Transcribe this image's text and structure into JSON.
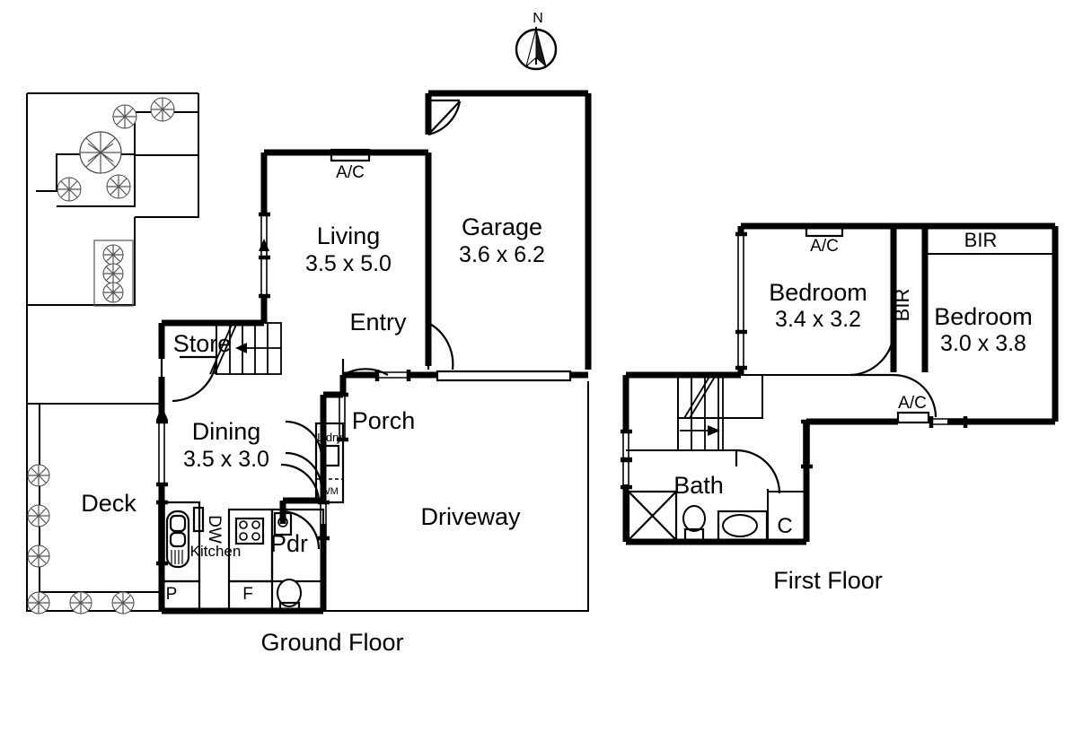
{
  "compass": {
    "label": "N",
    "icon": "compass-north-icon"
  },
  "ground_floor": {
    "title": "Ground Floor",
    "rooms": [
      {
        "key": "living",
        "name": "Living",
        "dims": "3.5 x 5.0"
      },
      {
        "key": "garage",
        "name": "Garage",
        "dims": "3.6 x 6.2"
      },
      {
        "key": "dining",
        "name": "Dining",
        "dims": "3.5 x 3.0"
      },
      {
        "key": "entry",
        "name": "Entry",
        "dims": ""
      },
      {
        "key": "porch",
        "name": "Porch",
        "dims": ""
      },
      {
        "key": "store",
        "name": "Store",
        "dims": ""
      },
      {
        "key": "deck",
        "name": "Deck",
        "dims": ""
      },
      {
        "key": "driveway",
        "name": "Driveway",
        "dims": ""
      },
      {
        "key": "kitchen",
        "name": "Kitchen",
        "dims": ""
      },
      {
        "key": "pdr",
        "name": "Pdr",
        "dims": ""
      }
    ],
    "labels": {
      "ac": "A/C",
      "laundry": "L'dry",
      "washing_machine": "WM",
      "dishwasher": "DW",
      "pantry": "P",
      "fridge": "F"
    }
  },
  "first_floor": {
    "title": "First Floor",
    "rooms": [
      {
        "key": "bedroom1",
        "name": "Bedroom",
        "dims": "3.4 x 3.2"
      },
      {
        "key": "bedroom2",
        "name": "Bedroom",
        "dims": "3.0 x 3.8"
      },
      {
        "key": "bath",
        "name": "Bath",
        "dims": ""
      }
    ],
    "labels": {
      "ac_top": "A/C",
      "ac_mid": "A/C",
      "bir_top": "BIR",
      "bir_side": "BIR",
      "cupboard": "C"
    }
  },
  "colors": {
    "wall": "#000000",
    "background": "#ffffff",
    "hairline": "#555555"
  }
}
